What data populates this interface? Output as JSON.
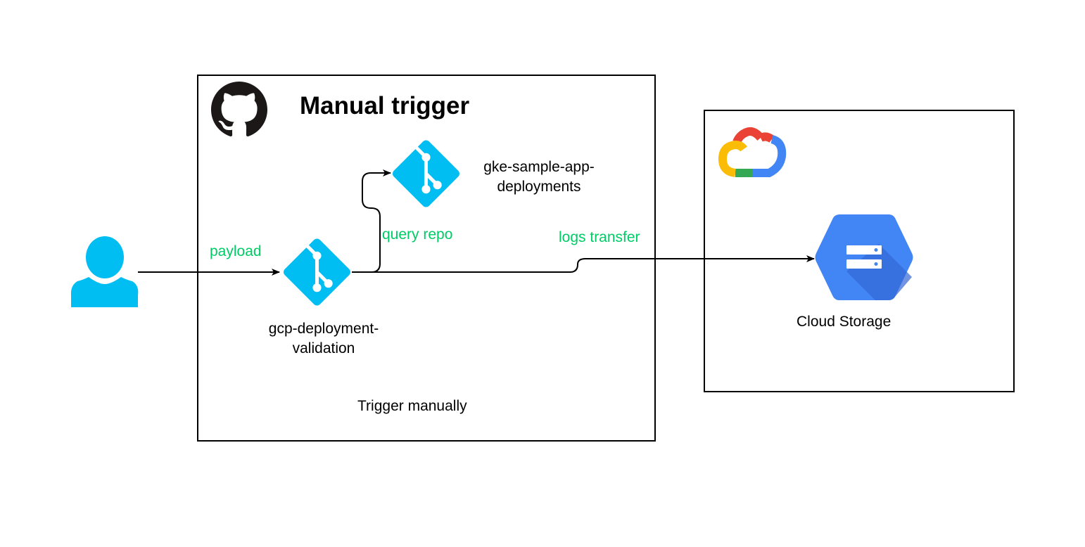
{
  "diagram": {
    "github_box": {
      "title": "Manual trigger",
      "footer": "Trigger manually",
      "icon": "github-icon"
    },
    "gcp_box": {
      "icon": "google-cloud-icon"
    },
    "nodes": {
      "user": {
        "icon": "user-icon"
      },
      "validation_repo": {
        "icon": "git-repo-icon",
        "label_line1": "gcp-deployment-",
        "label_line2": "validation"
      },
      "sample_repo": {
        "icon": "git-repo-icon",
        "label_line1": "gke-sample-app-",
        "label_line2": "deployments"
      },
      "cloud_storage": {
        "icon": "cloud-storage-icon",
        "label": "Cloud Storage"
      }
    },
    "edges": {
      "payload": "payload",
      "query_repo": "query repo",
      "logs_transfer": "logs transfer"
    },
    "colors": {
      "edge_label": "#00cc66",
      "git_repo": "#00bef2",
      "user": "#00bef2",
      "cloud_storage": "#4285f4",
      "cloud_storage_shadow": "#3367d6",
      "github": "#1b1817"
    }
  }
}
